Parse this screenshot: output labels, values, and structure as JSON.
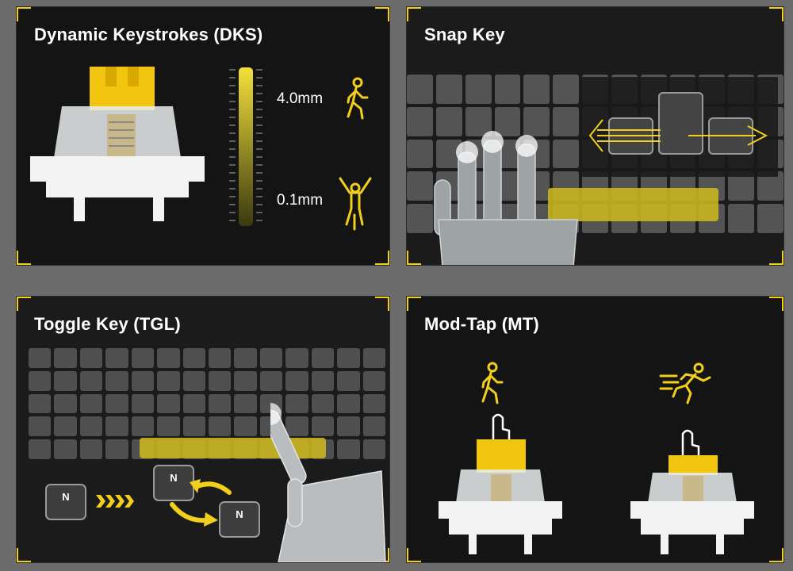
{
  "panels": {
    "dks": {
      "title": "Dynamic Keystrokes (DKS)",
      "top_label": "4.0mm",
      "bottom_label": "0.1mm"
    },
    "snap": {
      "title": "Snap Key"
    },
    "tgl": {
      "title": "Toggle Key (TGL)",
      "key_letter": "N"
    },
    "mt": {
      "title": "Mod-Tap (MT)"
    }
  },
  "colors": {
    "accent": "#f1cf1a",
    "panel_bg": "#141414",
    "page_bg": "#6b6b6b"
  },
  "icons": [
    "walking-person-icon",
    "jumping-person-icon",
    "running-person-icon",
    "pointing-hand-icon",
    "double-arrow-icon"
  ]
}
